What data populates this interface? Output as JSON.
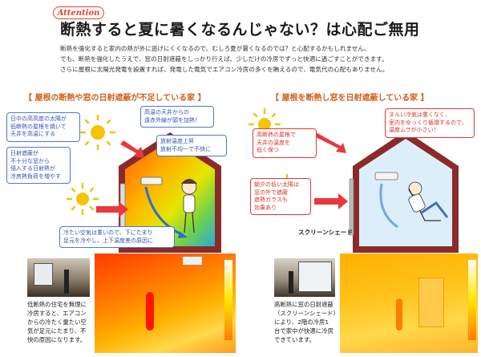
{
  "badge": "Attention",
  "title": "断熱すると夏に暑くなるんじゃない？は心配ご無用",
  "intro": [
    "断熱を強化すると家内の熱が外に逃げにくくなるので、むしろ夏が暑くなるのでは？と心配するかもしれません。",
    "でも、断熱を強化したうえで、窓の日射遮蔽をしっかり行えば、少しだけの冷房でずっと快適に過ごすことができます。",
    "さらに屋根に太陽光発電を設置すれば、発電した電気でエアコン冷房の多くを賄えるので、電気代の心配もありません。"
  ],
  "left": {
    "heading": "【 屋根の断熱や窓の日射遮蔽が不足している家 】",
    "callouts": {
      "sun_roof": [
        "日中の高高度の太陽が",
        "低断熱の屋根を焼いて",
        "天井を高温にする"
      ],
      "hot_ceiling": [
        "高温の天井からの",
        "遠赤外線が頭を加熱！"
      ],
      "window": [
        "日射遮蔽が",
        "不十分な窓から",
        "侵入する日射熱が",
        "冷房熱負荷を増やす"
      ],
      "radiation": [
        "放射温度上昇",
        "放射不均一で不快に"
      ],
      "cold_air": [
        "冷たい空気は重いので、下にたまり",
        "足元を冷やし、上下温度差の原因に"
      ]
    },
    "caption": [
      "低断熱の住宅を無理に",
      "冷房すると、エアコン",
      "からの冷たく重たい空",
      "気が足元にたまり、不",
      "快の原因になります。"
    ]
  },
  "right": {
    "heading": "【 屋根を断熱し窓を日射遮蔽している家 】",
    "callouts": {
      "roof": [
        "高断熱の屋根で",
        "天井の温度を",
        "低く保つ"
      ],
      "cool_air": [
        "ヌルい冷気は重くなく、",
        "室内をゆっくり循環するので、",
        "温度ムラが小さい！"
      ],
      "evening_sun": [
        "朝夕の低い太陽は",
        "窓の外で遮蔽",
        "遮熱ガラスも",
        "効果あり"
      ]
    },
    "shade_label": "スクリーンシェード",
    "caption": [
      "高断熱に窓の日射遮蔽",
      "（スクリーンシェード）",
      "により、2階の冷房1",
      "台で家中が快適に冷房",
      "できています。"
    ]
  },
  "colors": {
    "heading": "#d35f1a",
    "blue_callout": "#4f77c8",
    "red_callout": "#e23b36",
    "arrow": "#e8383d",
    "sun": "#f5c400"
  }
}
